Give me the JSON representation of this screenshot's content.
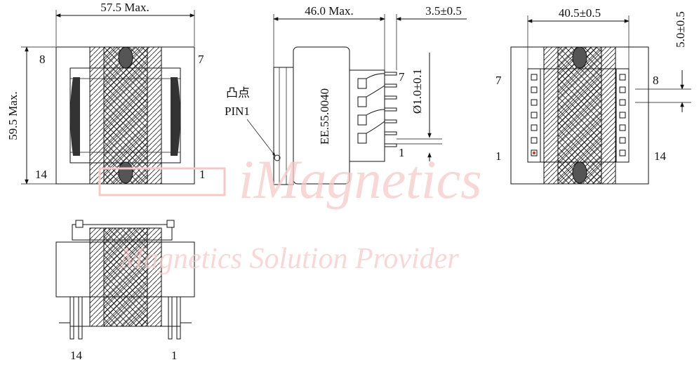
{
  "watermark": {
    "brand": "iMagnetics",
    "tagline": "Magnetics Solution Provider"
  },
  "top_view": {
    "width_dim": "57.5 Max.",
    "height_dim": "59.5  Max.",
    "pin_top_left": "8",
    "pin_top_right": "7",
    "pin_bottom_left": "14",
    "pin_bottom_right": "1"
  },
  "side_view": {
    "width_dim": "46.0 Max.",
    "pin_length_dim": "3.5±0.5",
    "pin_dia_dim": "Ø1.0±0.1",
    "part_number": "EE.55.0040",
    "pin1_note_cn": "凸点",
    "pin1_note": "PIN1",
    "pin_top": "7",
    "pin_bottom": "1"
  },
  "bottom_view": {
    "width_dim": "40.5±0.5",
    "pitch_dim": "5.0±0.5",
    "pin_upper_left": "7",
    "pin_upper_right": "8",
    "pin_lower_left": "1",
    "pin_lower_right": "14"
  },
  "front_view": {
    "pin_left": "14",
    "pin_right": "1"
  },
  "colors": {
    "line": "#111111",
    "hatch": "#222222",
    "watermark": "#f6c9c9",
    "pin_dot": "#c0392b"
  }
}
